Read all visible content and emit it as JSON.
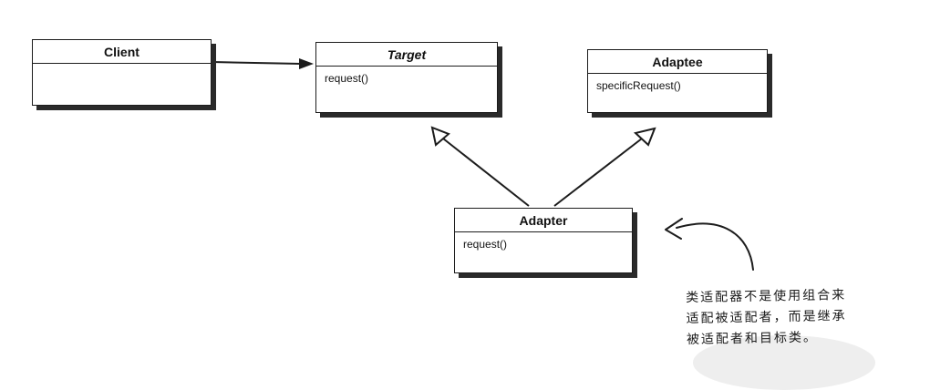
{
  "diagram": {
    "classes": {
      "client": {
        "name": "Client",
        "methods": []
      },
      "target": {
        "name": "Target",
        "methods": [
          "request()"
        ]
      },
      "adaptee": {
        "name": "Adaptee",
        "methods": [
          "specificRequest()"
        ]
      },
      "adapter": {
        "name": "Adapter",
        "methods": [
          "request()"
        ]
      }
    },
    "relations": [
      {
        "from": "Client",
        "to": "Target",
        "type": "association"
      },
      {
        "from": "Adapter",
        "to": "Target",
        "type": "inheritance"
      },
      {
        "from": "Adapter",
        "to": "Adaptee",
        "type": "inheritance"
      }
    ],
    "note": {
      "lines": [
        "类适配器不是使用组合来",
        "适配被适配者，而是继承",
        "被适配者和目标类。"
      ]
    },
    "colors": {
      "ink": "#1c1c1c",
      "shadow": "#2a2a2a",
      "background": "#ffffff"
    }
  }
}
